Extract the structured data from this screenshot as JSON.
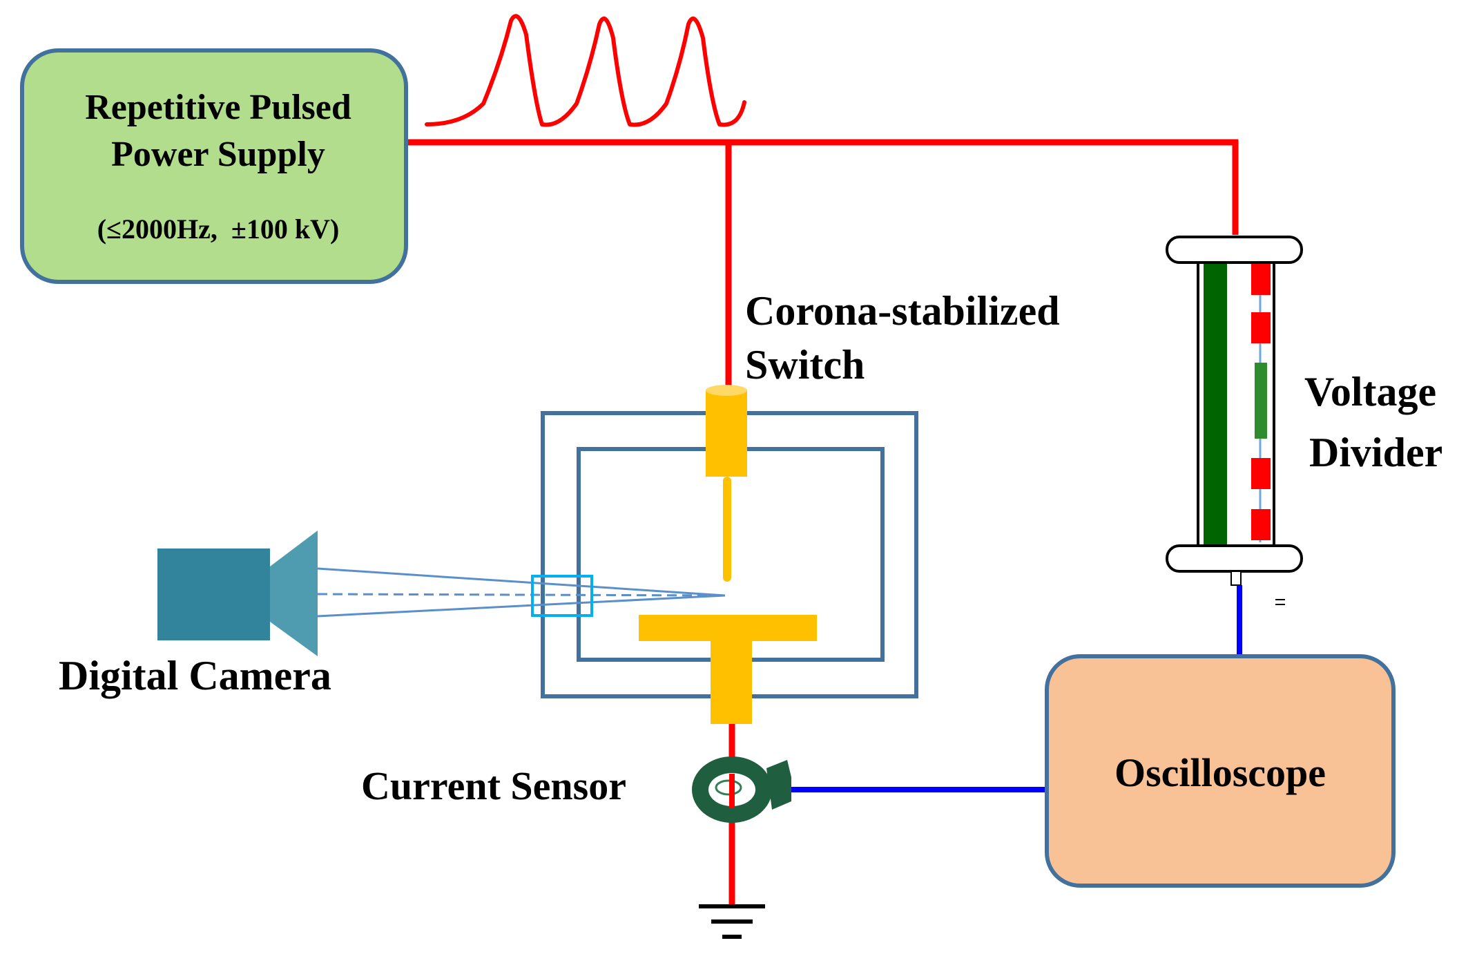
{
  "power_supply": {
    "line1": "Repetitive Pulsed",
    "line2": "Power Supply",
    "spec": "(≤2000Hz,  ±100 kV)"
  },
  "switch_label": {
    "line1": "Corona-stabilized",
    "line2": "Switch"
  },
  "divider_label": {
    "line1": "Voltage",
    "line2": "Divider"
  },
  "camera_label": "Digital Camera",
  "sensor_label": "Current Sensor",
  "oscilloscope_label": "Oscilloscope",
  "colors": {
    "supply_fill": "#b1dd8c",
    "box_stroke": "#41719c",
    "hv_wire": "#ff0000",
    "signal_wire": "#0000ff",
    "electrode": "#ffc000",
    "camera": "#31849b",
    "oscilloscope_fill": "#f8c196",
    "sensor": "#1f5f3f"
  }
}
